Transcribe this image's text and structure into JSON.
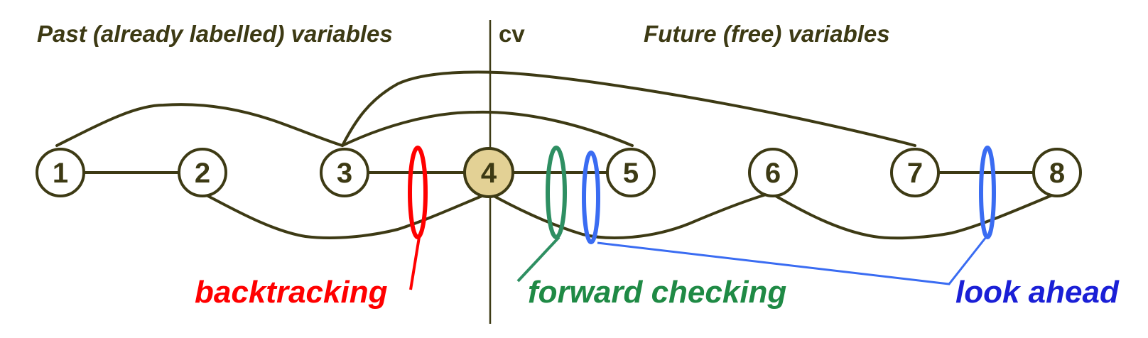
{
  "headers": {
    "past": "Past (already labelled) variables",
    "current": "cv",
    "future": "Future (free) variables"
  },
  "nodes": [
    {
      "id": 1,
      "label": "1",
      "current": false
    },
    {
      "id": 2,
      "label": "2",
      "current": false
    },
    {
      "id": 3,
      "label": "3",
      "current": false
    },
    {
      "id": 4,
      "label": "4",
      "current": true
    },
    {
      "id": 5,
      "label": "5",
      "current": false
    },
    {
      "id": 6,
      "label": "6",
      "current": false
    },
    {
      "id": 7,
      "label": "7",
      "current": false
    },
    {
      "id": 8,
      "label": "8",
      "current": false
    }
  ],
  "edges": [
    [
      1,
      2
    ],
    [
      3,
      4
    ],
    [
      4,
      5
    ],
    [
      7,
      8
    ],
    [
      1,
      3
    ],
    [
      3,
      5
    ],
    [
      3,
      7
    ],
    [
      2,
      4
    ],
    [
      4,
      6
    ],
    [
      6,
      8
    ]
  ],
  "methods": {
    "backtracking": {
      "label": "backtracking",
      "color": "#ff0000"
    },
    "forward_checking": {
      "label": "forward checking",
      "color": "#1f8a45"
    },
    "look_ahead": {
      "label": "look ahead",
      "color": "#1a1fd6"
    }
  },
  "colors": {
    "ink": "#3d3a14",
    "current_node_fill": "#e3d195",
    "forward_ellipse": "#2e8f62",
    "lookahead_ellipse": "#3a6cf2"
  }
}
